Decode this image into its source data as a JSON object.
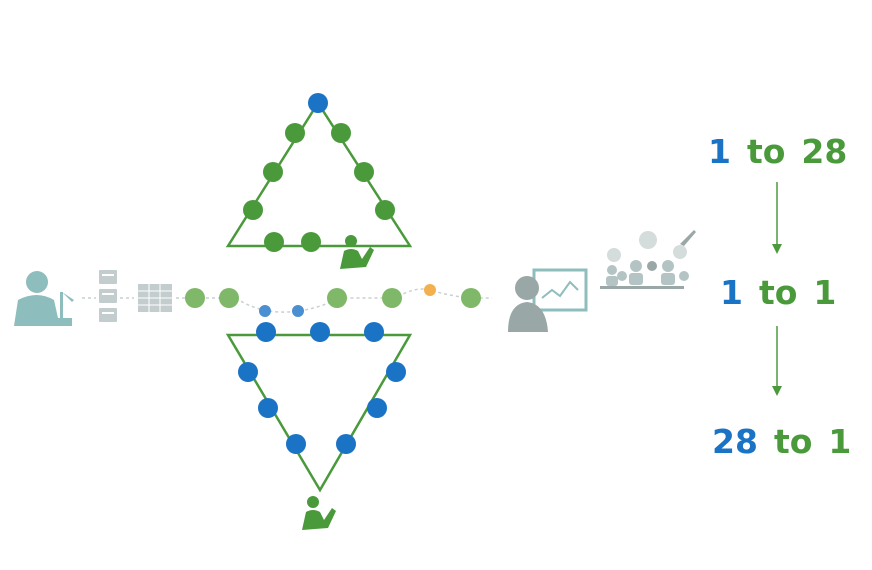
{
  "colors": {
    "blue": "#1a73c4",
    "green": "#4a9a3c",
    "light_green": "#7fb869",
    "teal": "#8dbdbc",
    "gray": "#9aa7a7",
    "orange": "#f2b04e"
  },
  "ratios": [
    {
      "left": "1",
      "mid": "to",
      "right": "28"
    },
    {
      "left": "1",
      "mid": "to",
      "right": "1"
    },
    {
      "left": "28",
      "mid": "to",
      "right": "1"
    }
  ],
  "icons": {
    "worker": "person-at-desk-icon",
    "documents": "document-stack-icon",
    "server": "server-rack-icon",
    "presenter": "presenter-with-chart-icon",
    "group": "group-discussion-icon",
    "raised_hand": "raised-hand-icon"
  }
}
